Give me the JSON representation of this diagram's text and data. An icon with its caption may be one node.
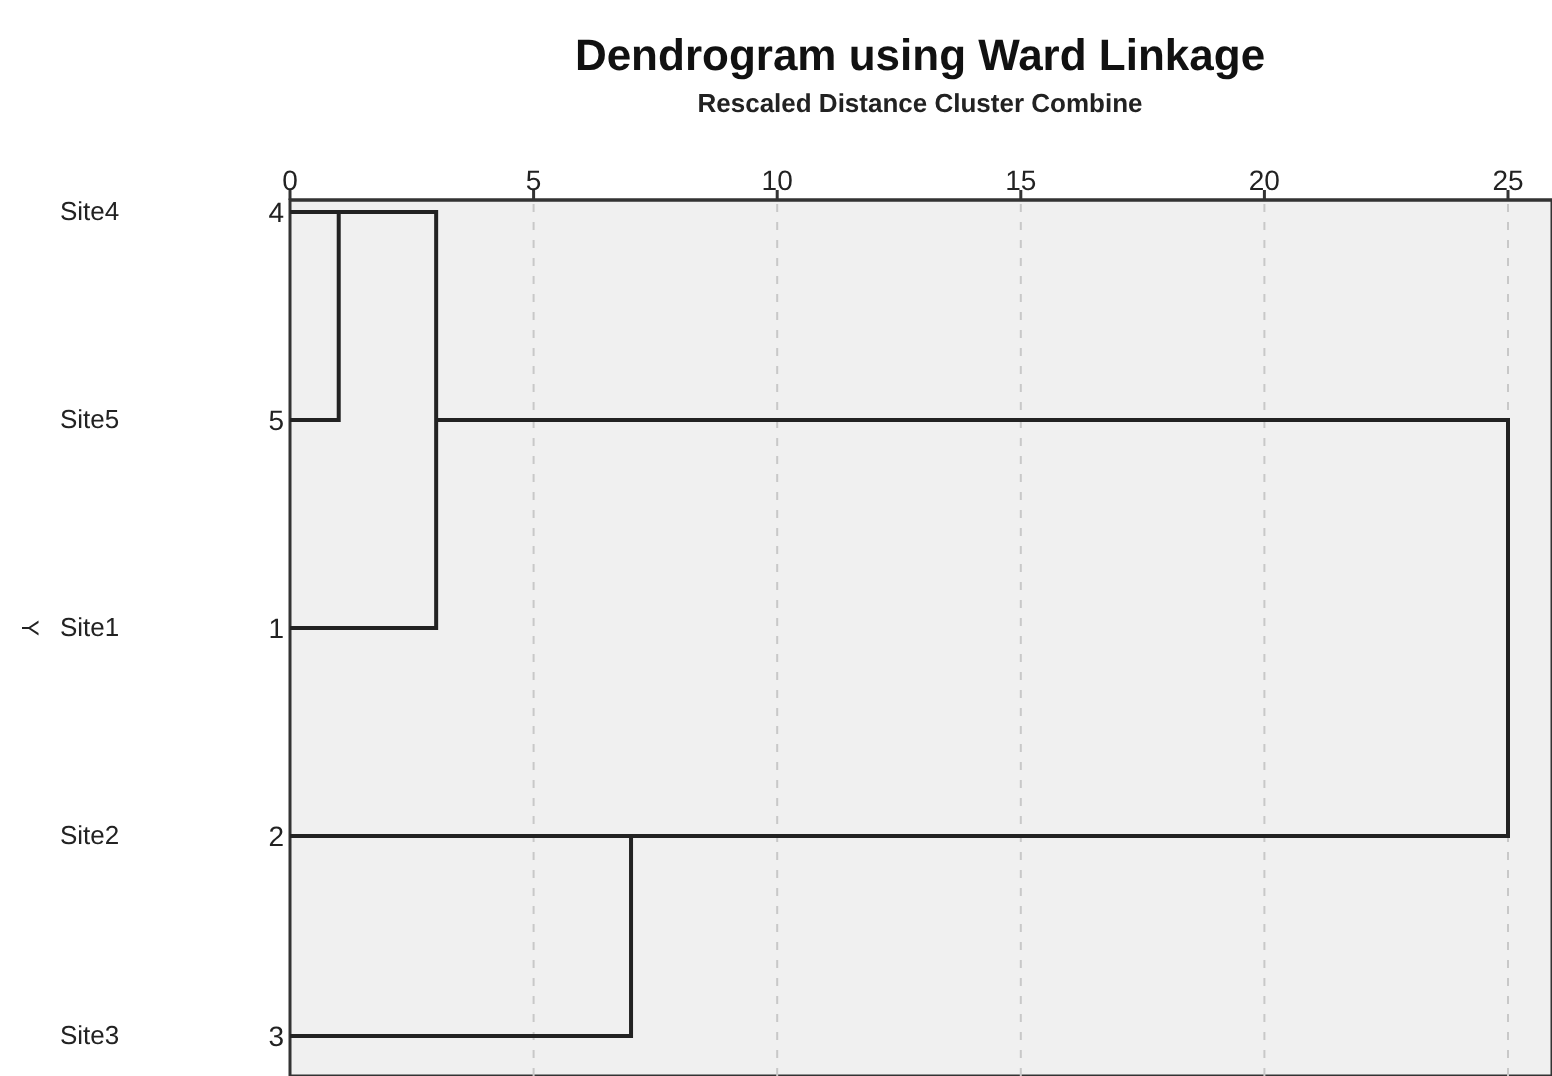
{
  "diagram": {
    "title": "Dendrogram using Ward Linkage",
    "labels": [
      "Rescaled Distance Cluster Combine",
      "0",
      "5",
      "10",
      "15",
      "20",
      "25",
      "Site4",
      "4",
      "Site5",
      "5",
      "Y",
      "Site1",
      "1",
      "Site2",
      "2",
      "Site3",
      "3"
    ]
  }
}
